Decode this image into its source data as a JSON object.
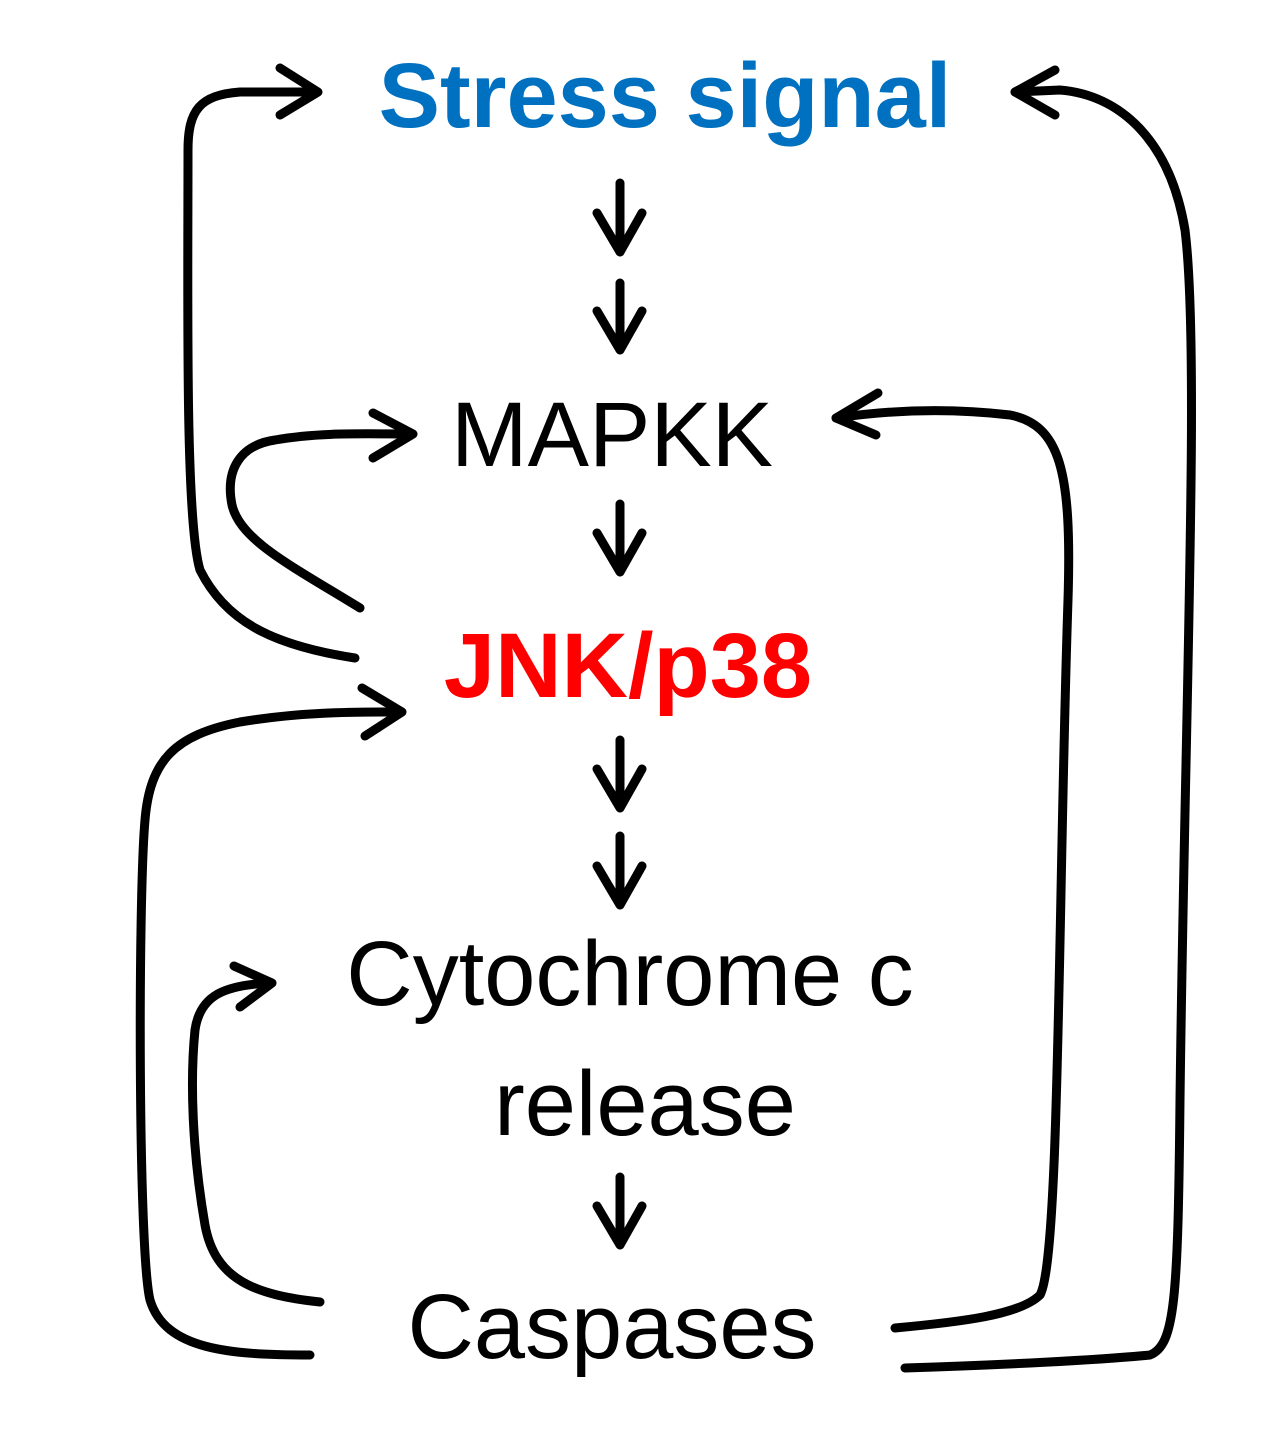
{
  "nodes": {
    "stress_signal": {
      "label": "Stress signal",
      "color": "#0070C0"
    },
    "mapkk": {
      "label": "MAPKK",
      "color": "#000000"
    },
    "jnk_p38": {
      "label": "JNK/p38",
      "color": "#FF0000"
    },
    "cytochrome_line1": {
      "label": "Cytochrome c",
      "color": "#000000"
    },
    "cytochrome_line2": {
      "label": "release",
      "color": "#000000"
    },
    "caspases": {
      "label": "Caspases",
      "color": "#000000"
    }
  },
  "edges": [
    {
      "from": "Stress signal",
      "to": "MAPKK",
      "style": "double-arrow"
    },
    {
      "from": "MAPKK",
      "to": "JNK/p38",
      "style": "single-arrow"
    },
    {
      "from": "JNK/p38",
      "to": "Cytochrome c release",
      "style": "double-arrow"
    },
    {
      "from": "Cytochrome c release",
      "to": "Caspases",
      "style": "single-arrow"
    },
    {
      "from": "JNK/p38",
      "to": "Stress signal",
      "style": "feedback-loop"
    },
    {
      "from": "JNK/p38",
      "to": "MAPKK",
      "style": "feedback-loop"
    },
    {
      "from": "Caspases",
      "to": "Stress signal",
      "style": "feedback-loop"
    },
    {
      "from": "Caspases",
      "to": "MAPKK",
      "style": "feedback-loop"
    },
    {
      "from": "Caspases",
      "to": "JNK/p38",
      "style": "feedback-loop"
    },
    {
      "from": "Caspases",
      "to": "Cytochrome c release",
      "style": "feedback-loop"
    }
  ]
}
